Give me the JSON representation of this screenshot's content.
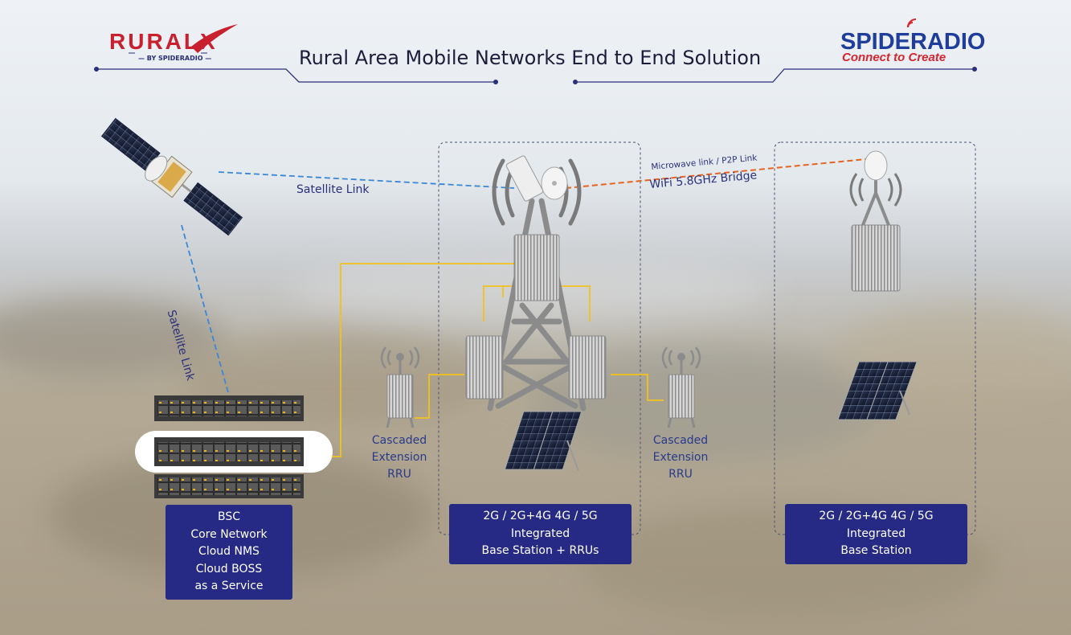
{
  "header": {
    "title": "Rural Area Mobile Networks End to End Solution",
    "logo_left": {
      "main": "RURALX",
      "sub": "— BY SPIDERADIO —"
    },
    "logo_right": {
      "main": "SPIDERADIO",
      "tagline": "Connect to Create"
    }
  },
  "links": {
    "satellite_horizontal": "Satellite Link",
    "satellite_vertical": "Satellite Link",
    "microwave": "Microwave link / P2P Link",
    "wifi": "WiFi 5.8GHz Bridge"
  },
  "captions": {
    "rru_left": [
      "Cascaded",
      "Extension",
      "RRU"
    ],
    "rru_right": [
      "Cascaded",
      "Extension",
      "RRU"
    ]
  },
  "boxes": {
    "core": [
      "BSC",
      "Core Network",
      "Cloud NMS",
      "Cloud BOSS",
      "as a Service"
    ],
    "middle": [
      "2G / 2G+4G 4G / 5G",
      "Integrated",
      "Base Station + RRUs"
    ],
    "right": [
      "2G / 2G+4G 4G / 5G",
      "Integrated",
      "Base Station"
    ]
  },
  "colors": {
    "box_bg": "#262a85",
    "satellite_link": "#3a86d8",
    "microwave_link": "#e8641e",
    "cable": "#f2c21b",
    "accent_red": "#c8202f"
  }
}
